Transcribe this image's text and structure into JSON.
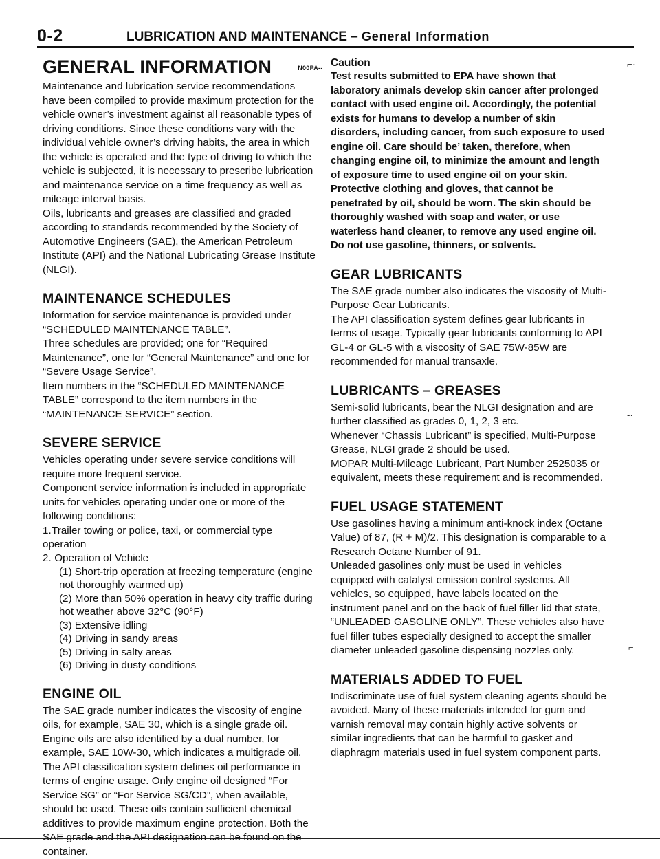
{
  "header": {
    "page_number": "0-2",
    "title": "LUBRICATION AND MAINTENANCE",
    "separator": " – ",
    "subtitle": "General Information"
  },
  "general_information": {
    "heading": "GENERAL INFORMATION",
    "code": "N00PA--",
    "paragraphs": [
      "Maintenance and lubrication service recommendations have been compiled to provide maximum protection for the vehicle owner’s investment against all reasonable types of driving conditions. Since these conditions vary with the individual vehicle owner’s driving habits, the area in which the vehicle is operated and the type of driving to which the vehicle is subjected, it is necessary to prescribe lubrication and maintenance service on a time frequency as well as mileage interval basis.",
      "Oils, lubricants and greases are classified and graded according to standards recommended by the Society of Automotive Engineers (SAE), the American Petroleum Institute (API) and the National Lubricating Grease Institute (NLGI)."
    ]
  },
  "maintenance_schedules": {
    "heading": "MAINTENANCE SCHEDULES",
    "paragraphs": [
      "Information for service maintenance is provided under “SCHEDULED MAINTENANCE TABLE”.",
      "Three schedules are provided; one for “Required Maintenance”, one for “General Maintenance” and one for “Severe Usage Service”.",
      "Item numbers in the “SCHEDULED MAINTENANCE TABLE” correspond to the item numbers in the “MAINTENANCE SERVICE” section."
    ]
  },
  "severe_service": {
    "heading": "SEVERE SERVICE",
    "paragraphs": [
      "Vehicles operating under severe service conditions will require more frequent service.",
      "Component service information is included in appropriate units for vehicles operating under one or more of the following conditions:"
    ],
    "item1": {
      "num": "1.",
      "text": "Trailer towing or police, taxi, or commercial type operation"
    },
    "item2": {
      "num": "2.",
      "text": "Operation of Vehicle"
    },
    "subitems": [
      {
        "num": "(1)",
        "text": "Short-trip operation at freezing temperature (engine not thoroughly warmed up)"
      },
      {
        "num": "(2)",
        "text": "More than 50% operation in heavy city traffic during hot weather above 32°C (90°F)"
      },
      {
        "num": "(3)",
        "text": "Extensive idling"
      },
      {
        "num": "(4)",
        "text": "Driving in sandy areas"
      },
      {
        "num": "(5)",
        "text": "Driving in salty areas"
      },
      {
        "num": "(6)",
        "text": "Driving in dusty conditions"
      }
    ]
  },
  "engine_oil": {
    "heading": "ENGINE OIL",
    "paragraphs": [
      "The SAE grade number indicates the viscosity of engine oils, for example, SAE 30, which is a single grade oil. Engine oils are also identified by a dual number, for example, SAE 10W-30, which indicates a multigrade oil.",
      "The API classification system defines oil performance in terms of engine usage. Only engine oil designed “For Service SG” or “For Service SG/CD”, when available, should be used. These oils contain sufficient chemical additives to provide maximum engine protection. Both the SAE grade and the API designation can be found on the container."
    ]
  },
  "caution": {
    "title": "Caution",
    "text": "Test results submitted to EPA have shown that laboratory animals develop skin cancer after prolonged contact with used engine oil. Accordingly, the potential exists for humans to develop a number of skin disorders, including cancer, from such exposure to used engine oil. Care should be’ taken, therefore, when changing engine oil, to minimize the amount and length of exposure time to used engine oil on your skin. Protective clothing and gloves, that cannot be penetrated by oil, should be worn. The skin should be thoroughly washed with soap and water, or use waterless hand cleaner, to remove any used engine oil. Do not use gasoline, thinners, or solvents."
  },
  "gear_lubricants": {
    "heading": "GEAR LUBRICANTS",
    "paragraphs": [
      "The SAE grade number also indicates the viscosity of Multi-Purpose Gear Lubricants.",
      "The API classification system defines gear lubricants in terms of usage. Typically gear lubricants conforming to API GL-4 or GL-5 with a viscosity of SAE 75W-85W are recommended for manual transaxle."
    ]
  },
  "lubricants_greases": {
    "heading": "LUBRICANTS – GREASES",
    "paragraphs": [
      "Semi-solid lubricants, bear the NLGI designation and are further classified as grades 0, 1, 2, 3 etc.",
      "Whenever “Chassis Lubricant” is specified, Multi-Purpose Grease, NLGI grade 2 should be used.",
      "MOPAR Multi-Mileage Lubricant, Part Number 2525035 or equivalent, meets these requirement and is recommended."
    ]
  },
  "fuel_usage": {
    "heading": "FUEL USAGE STATEMENT",
    "paragraphs": [
      "Use gasolines having a minimum anti-knock index (Octane Value) of 87, (R + M)/2. This designation is comparable to a Research Octane Number of 91.",
      "Unleaded gasolines only must be used in vehicles equipped with catalyst emission control systems. All vehicles, so equipped, have labels located on the instrument panel and on the back of fuel filler lid that state, “UNLEADED GASOLINE ONLY”. These vehicles also have fuel filler tubes especially designed to accept the smaller diameter unleaded gasoline dispensing nozzles only."
    ]
  },
  "materials": {
    "heading": "MATERIALS ADDED TO FUEL",
    "paragraphs": [
      "Indiscriminate use of fuel system cleaning agents should be avoided. Many of these materials intended for gum and varnish removal may contain highly active solvents or similar ingredients that can be harmful to gasket and diaphragm materials used in fuel system component parts."
    ]
  }
}
